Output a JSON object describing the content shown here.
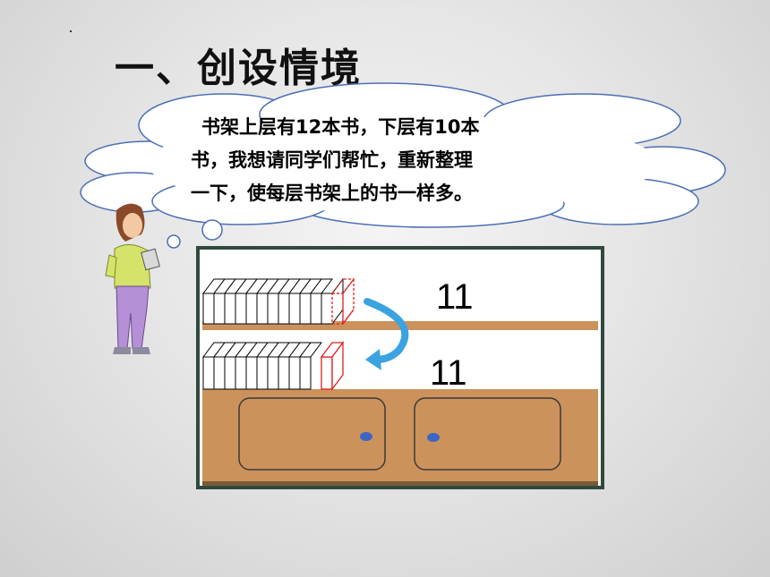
{
  "title": "一、创设情境",
  "speech": {
    "line1": "书架上层有12本书，下层有10本",
    "line2": "书，我想请同学们帮忙，重新整理",
    "line3": "一下，使每层书架上的书一样多。"
  },
  "shelf": {
    "top_count": "11",
    "bottom_count": "11"
  },
  "colors": {
    "cloud_stroke": "#4a6fb5",
    "shelf_wood": "#cc925c",
    "shelf_frame": "#2f4a3c",
    "arrow": "#3aa3e0",
    "knob": "#3b66c6",
    "moved_book": "#e02020"
  }
}
